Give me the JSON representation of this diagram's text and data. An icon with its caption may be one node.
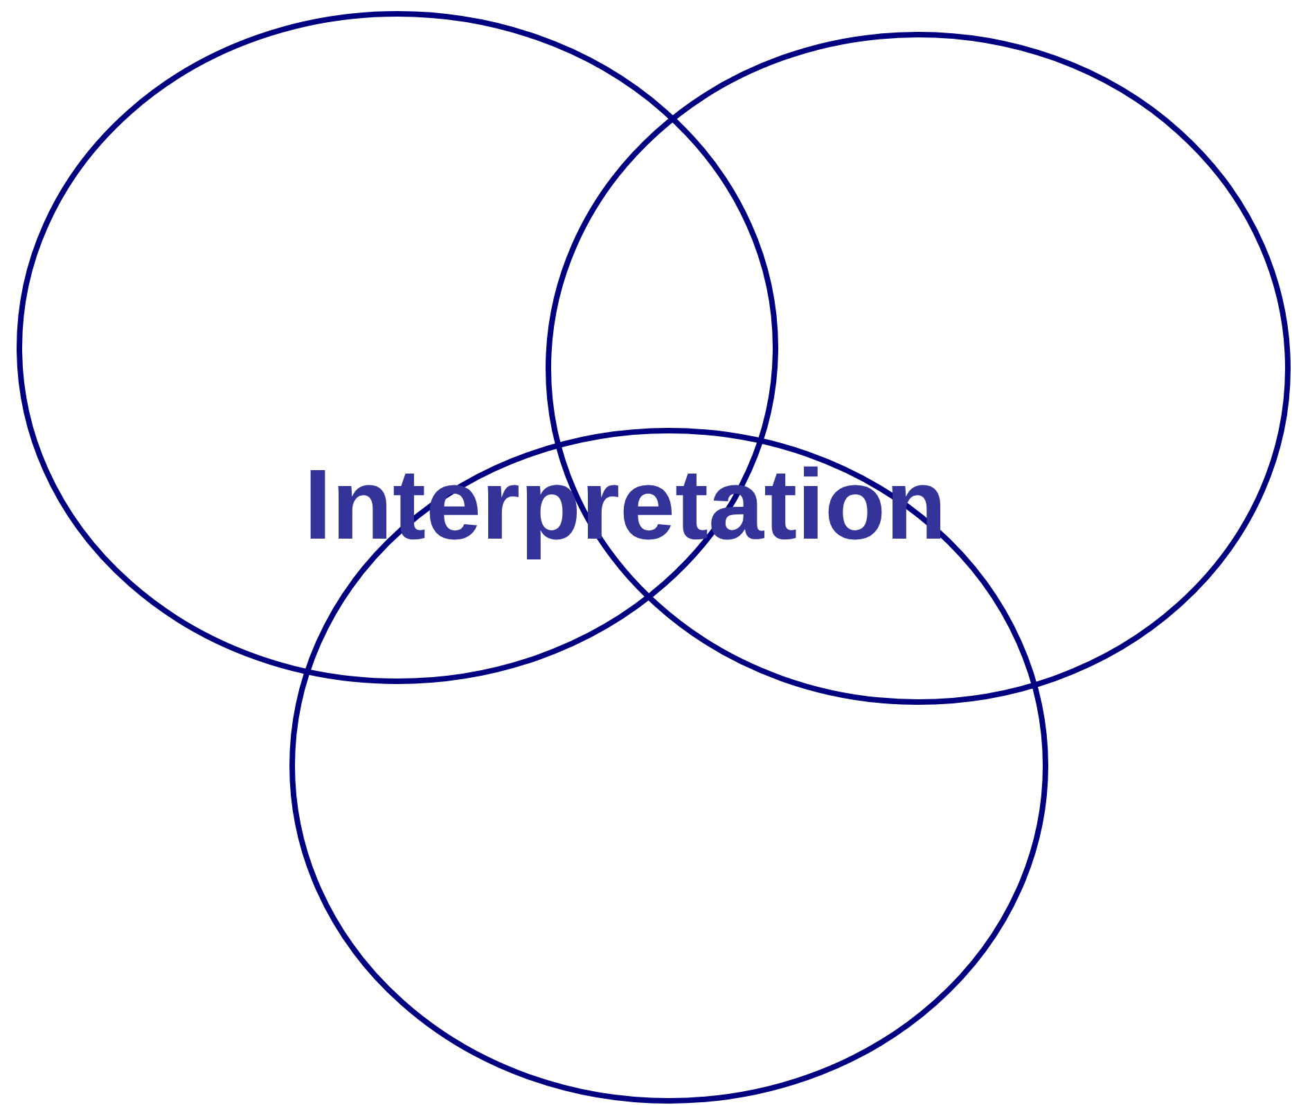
{
  "diagram": {
    "nodes": [
      {
        "text": [],
        "shape": "circle"
      },
      {
        "text": [],
        "shape": "circle"
      },
      {
        "text": [],
        "shape": "circle"
      }
    ],
    "labels": [
      "Interpretation"
    ]
  }
}
